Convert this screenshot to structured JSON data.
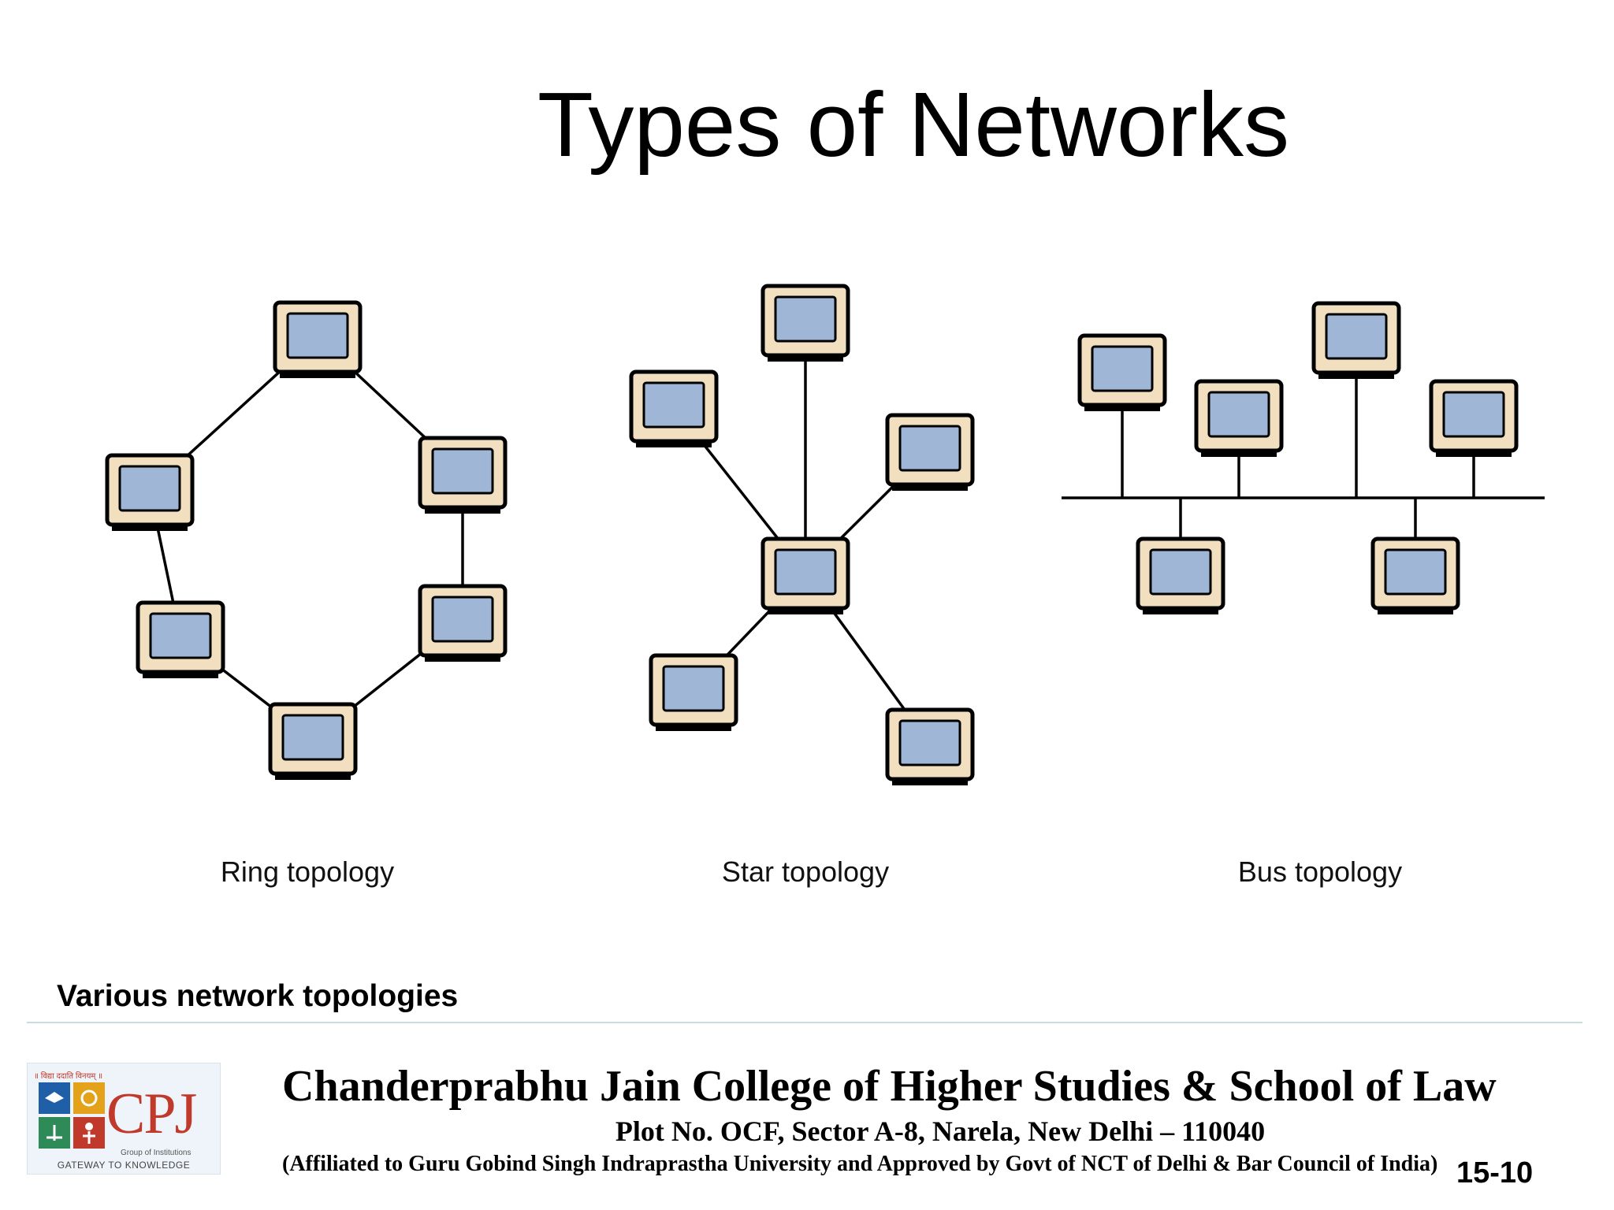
{
  "slide": {
    "title": "Types of Networks",
    "caption": "Various network topologies",
    "number": "15-10"
  },
  "topologies": [
    {
      "label": "Ring topology"
    },
    {
      "label": "Star topology"
    },
    {
      "label": "Bus topology"
    }
  ],
  "footer": {
    "college_name": "Chanderprabhu Jain College of Higher Studies & School of Law",
    "address": "Plot No. OCF, Sector A-8, Narela, New Delhi – 110040",
    "affiliation": "(Affiliated to Guru Gobind Singh Indraprastha University and Approved by Govt of NCT of Delhi & Bar Council of India)"
  },
  "logo": {
    "text": "CPJ",
    "tagline": "॥ विद्या ददाति विनयम् ॥",
    "sub": "Group of Institutions",
    "gateway": "GATEWAY TO KNOWLEDGE"
  },
  "colors": {
    "monitor_frame": "#f1dfc0",
    "monitor_screen": "#9fb6d6",
    "outline": "#000000"
  }
}
